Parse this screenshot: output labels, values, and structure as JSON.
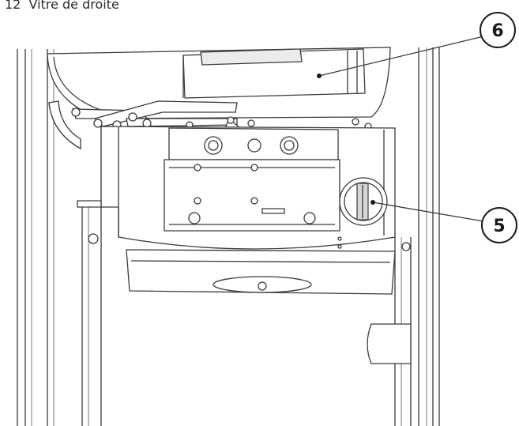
{
  "caption": "12  Vitre de droite",
  "callouts": [
    {
      "number": "6"
    },
    {
      "number": "5"
    }
  ]
}
